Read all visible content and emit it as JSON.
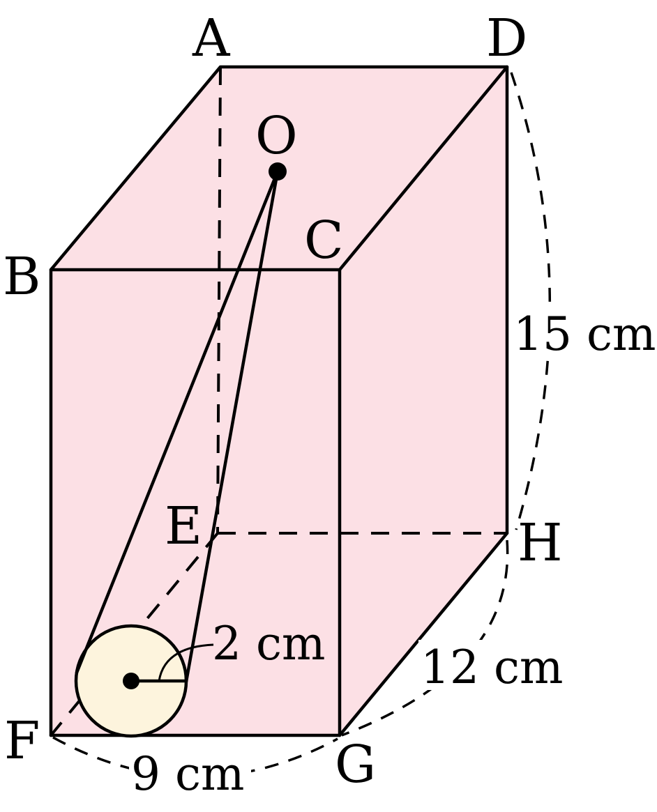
{
  "figure": {
    "vertices": {
      "A": "A",
      "B": "B",
      "C": "C",
      "D": "D",
      "E": "E",
      "F": "F",
      "G": "G",
      "H": "H",
      "O": "O"
    },
    "measurements": {
      "height": "15 cm",
      "depth": "12 cm",
      "width": "9 cm",
      "radius": "2 cm"
    },
    "colors": {
      "face_fill": "#fce0e5",
      "base_circle_fill": "#fdf4dd",
      "line": "#000000"
    }
  }
}
